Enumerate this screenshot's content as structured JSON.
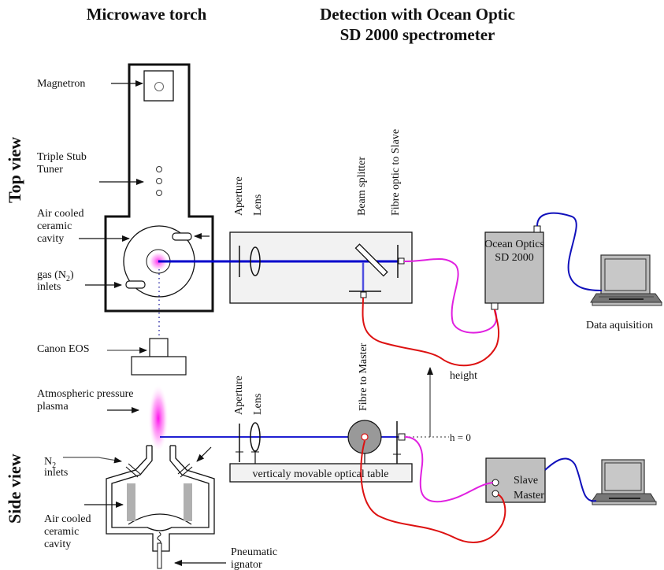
{
  "titles": {
    "left": "Microwave torch",
    "right_line1": "Detection with Ocean Optic",
    "right_line2": "SD 2000 spectrometer"
  },
  "view_labels": {
    "top": "Top view",
    "side": "Side view"
  },
  "top_view": {
    "magnetron": "Magnetron",
    "tuner_line1": "Triple Stub",
    "tuner_line2": "Tuner",
    "cavity_line1": "Air cooled",
    "cavity_line2": "ceramic",
    "cavity_line3": "cavity",
    "gas_line1": "gas (N",
    "gas_sub": "2",
    "gas_close": ")",
    "gas_line2": "inlets",
    "camera": "Canon EOS",
    "aperture": "Aperture",
    "lens": "Lens",
    "beam_splitter": "Beam splitter",
    "fibre_slave": "Fibre optic to Slave",
    "spectrometer_line1": "Ocean Optics",
    "spectrometer_line2": "SD 2000",
    "data_acq": "Data aquisition"
  },
  "side_view": {
    "plasma_line1": "Atmospheric pressure",
    "plasma_line2": "plasma",
    "n2_main": "N",
    "n2_sub": "2",
    "n2_line2": "inlets",
    "cavity_line1": "Air cooled",
    "cavity_line2": "ceramic",
    "cavity_line3": "cavity",
    "ignitor_line1": "Pneumatic",
    "ignitor_line2": "ignator",
    "aperture": "Aperture",
    "lens": "Lens",
    "fibre_master": "Fibre to Master",
    "table": "verticaly movable optical table",
    "height": "height",
    "h0": "h = 0",
    "slave": "Slave",
    "master": "Master"
  },
  "colors": {
    "beam": "#0000cc",
    "fibre_slave": "#e020e0",
    "fibre_master": "#dd1111",
    "usb": "#1010bb",
    "plasma": "#ff33ee",
    "device_gray": "#c0c0c0",
    "table_fill": "#f2f2f2"
  }
}
